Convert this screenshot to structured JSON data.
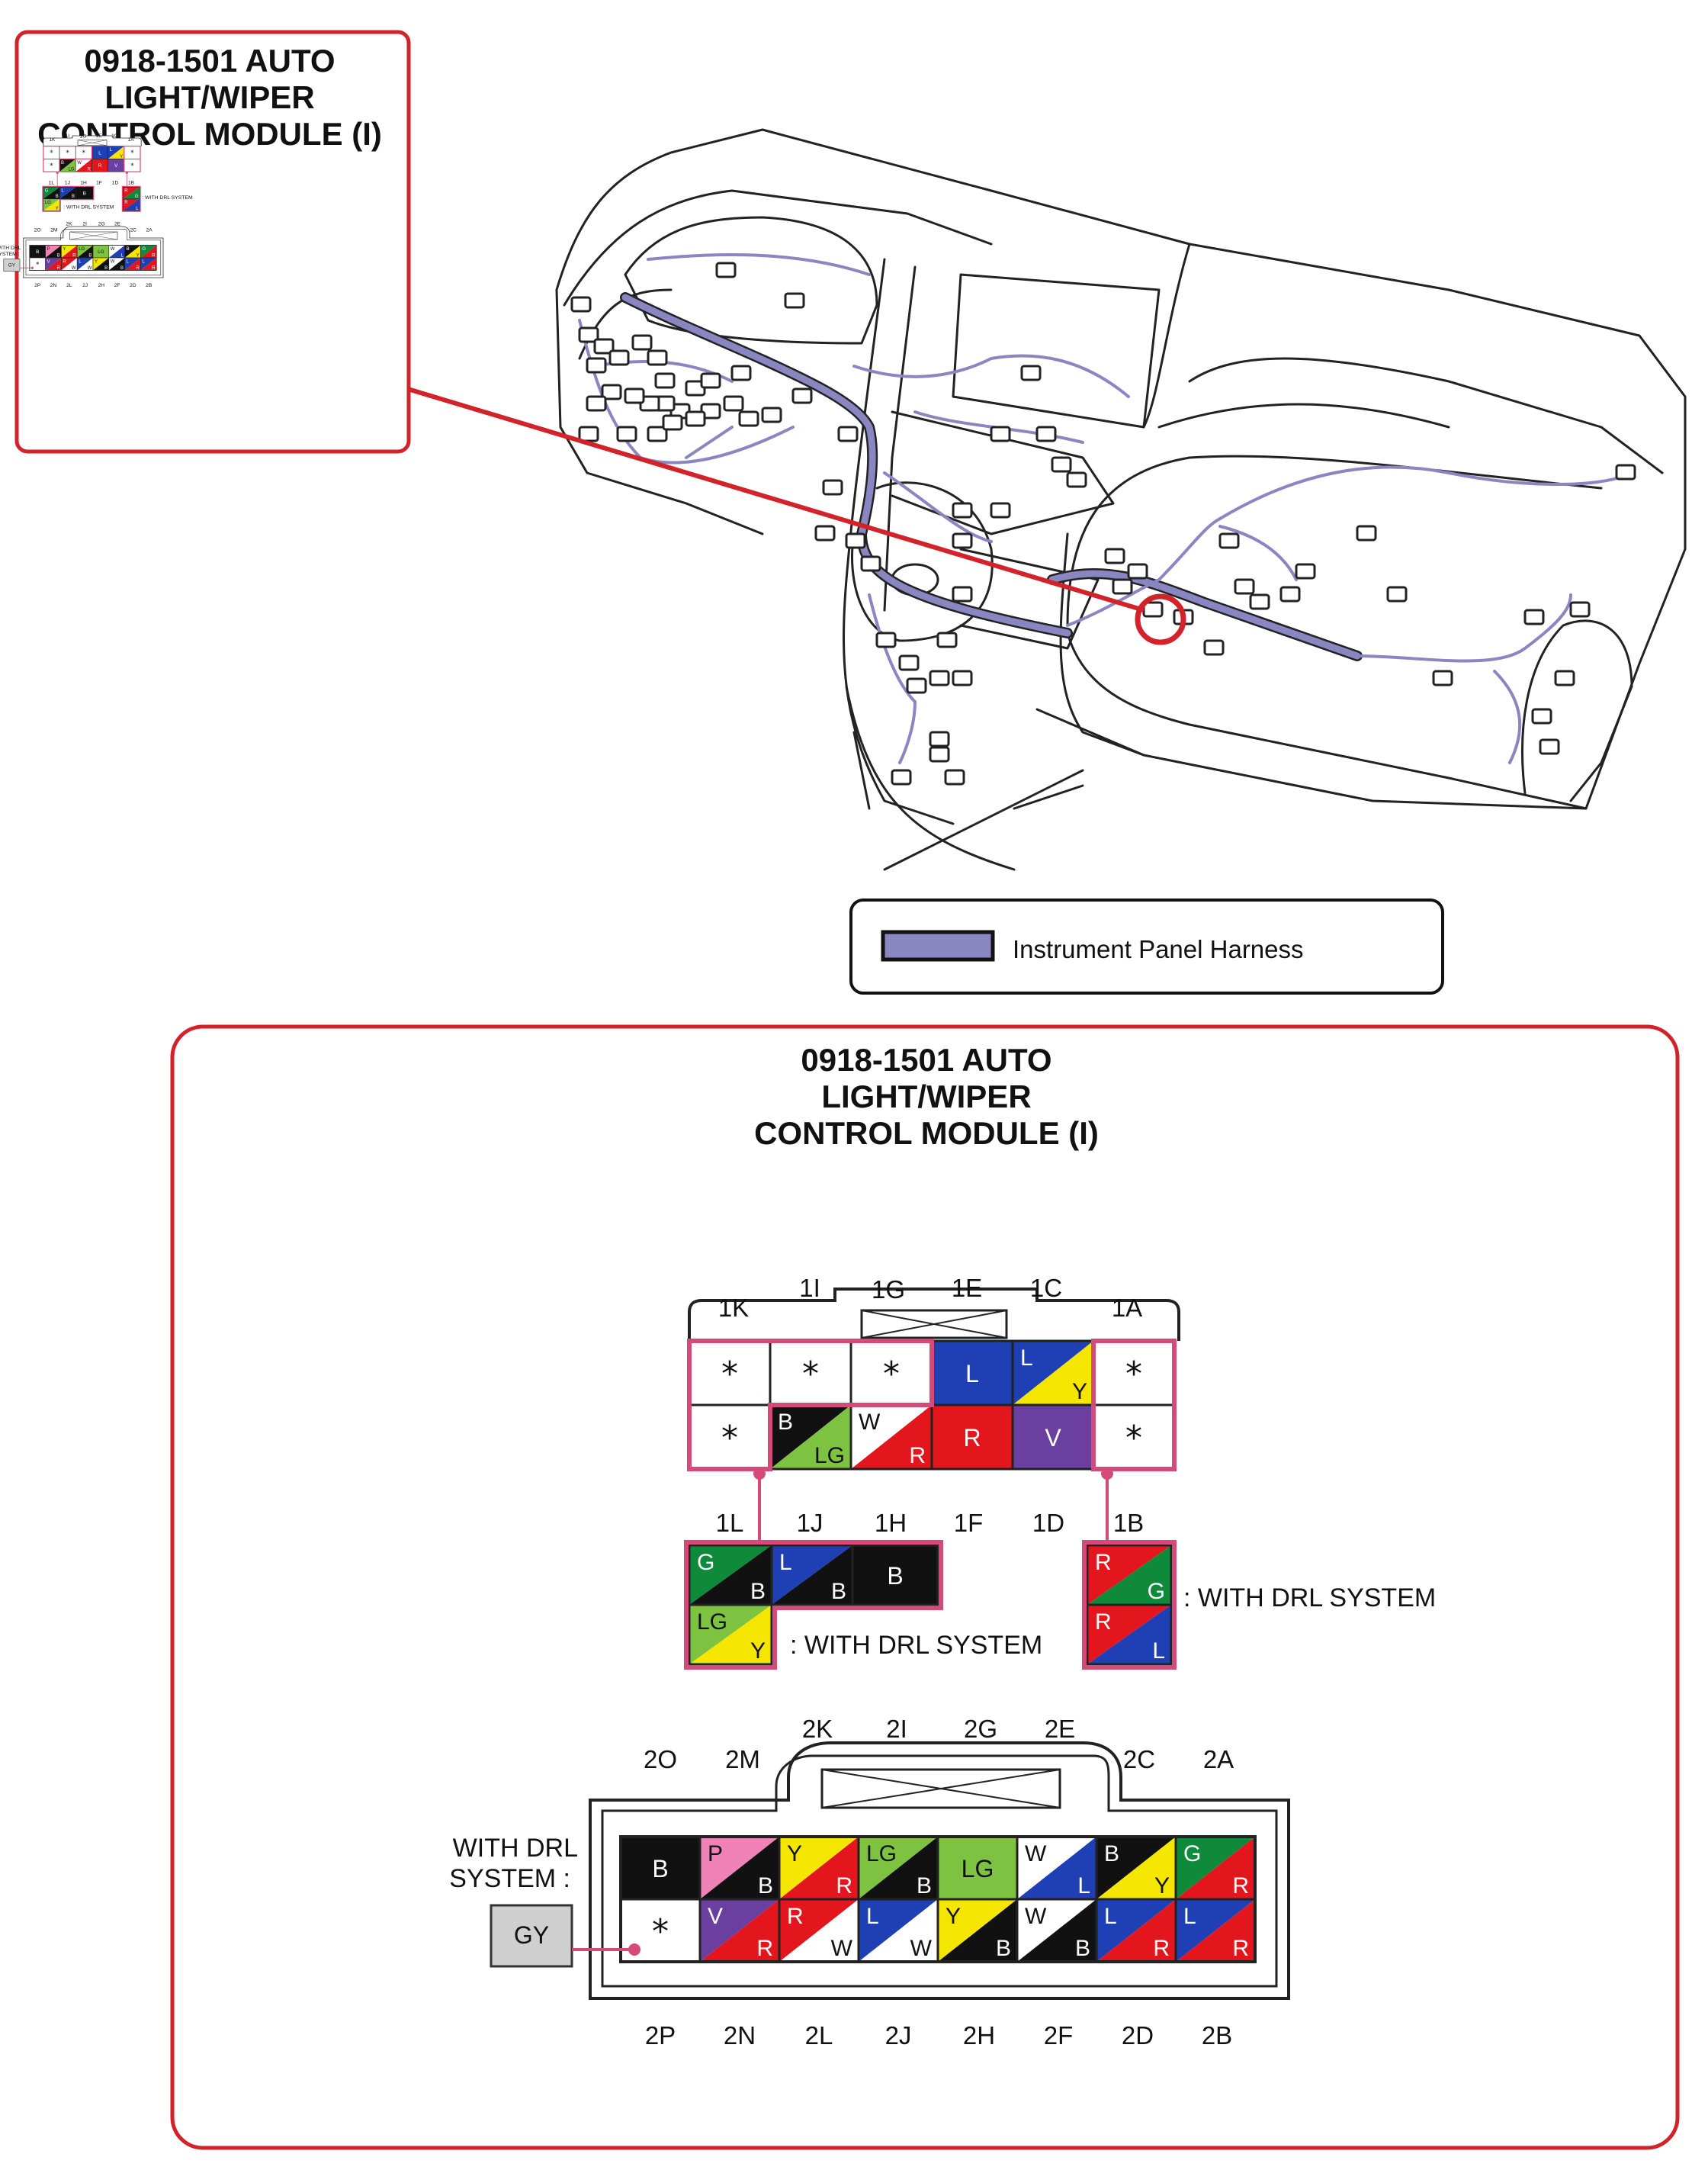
{
  "module_title": [
    "0918-1501 AUTO",
    "LIGHT/WIPER",
    "CONTROL MODULE (I)"
  ],
  "legend": {
    "harness_label": "Instrument Panel Harness",
    "harness_color": "#8a86c2"
  },
  "colors": {
    "B": "#111111",
    "W": "#ffffff",
    "R": "#e3161d",
    "L": "#1f3fb4",
    "Y": "#f5e600",
    "V": "#6a3f9f",
    "LG": "#7ec242",
    "G": "#0f8a3a",
    "P": "#ef82b7",
    "GY": "#cfcfcf",
    "frame_red": "#d2232a",
    "highlight_pink": "#d44b7a"
  },
  "connector1": {
    "top_labels": [
      "1K",
      "1I",
      "1G",
      "1E",
      "1C",
      "1A"
    ],
    "bottom_labels": [
      "1L",
      "1J",
      "1H",
      "1F",
      "1D",
      "1B"
    ],
    "top_row": [
      "*",
      "*",
      "*",
      "L",
      "L/Y",
      "*"
    ],
    "bottom_row": [
      "*",
      "B/LG",
      "W/R",
      "R",
      "V",
      "*"
    ],
    "drl_left": {
      "cells": [
        "G/B",
        "L/B",
        "B",
        "LG/Y"
      ],
      "label": ": WITH DRL SYSTEM"
    },
    "drl_right": {
      "cells": [
        "R/G",
        "R/L"
      ],
      "label": ": WITH DRL SYSTEM"
    }
  },
  "connector2": {
    "top_labels": [
      "2O",
      "2M",
      "2K",
      "2I",
      "2G",
      "2E",
      "2C",
      "2A"
    ],
    "bottom_labels": [
      "2P",
      "2N",
      "2L",
      "2J",
      "2H",
      "2F",
      "2D",
      "2B"
    ],
    "top_row": [
      "B",
      "P/B",
      "Y/R",
      "LG/B",
      "LG",
      "W/L",
      "B/Y",
      "G/R"
    ],
    "bottom_row": [
      "*",
      "V/R",
      "R/W",
      "L/W",
      "Y/B",
      "W/B",
      "L/R",
      "L/R"
    ],
    "drl_label": [
      "WITH DRL",
      "SYSTEM :"
    ],
    "drl_box": "GY"
  }
}
